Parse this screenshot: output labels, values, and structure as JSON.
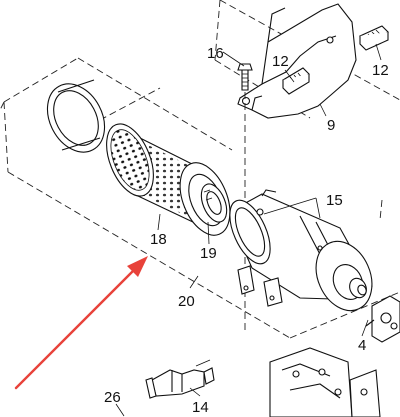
{
  "diagram": {
    "labels": {
      "p4": "4",
      "p9": "9",
      "p12a": "12",
      "p12b": "12",
      "p14": "14",
      "p15": "15",
      "p16": "16",
      "p18": "18",
      "p19": "19",
      "p20": "20",
      "p26": "26"
    },
    "arrow_color": "#e8423a"
  }
}
